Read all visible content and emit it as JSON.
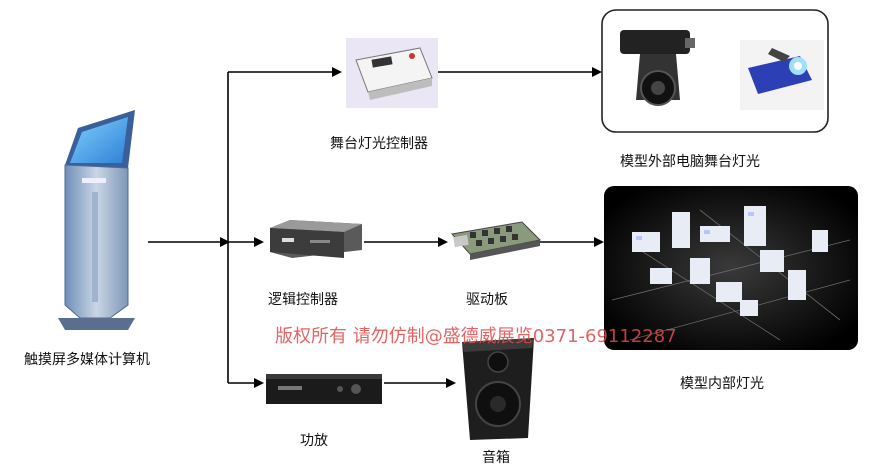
{
  "nodes": {
    "kiosk": "触摸屏多媒体计算机",
    "stage_controller": "舞台灯光控制器",
    "external_lights": "模型外部电脑舞台灯光",
    "logic_controller": "逻辑控制器",
    "driver_board": "驱动板",
    "internal_lights": "模型内部灯光",
    "amplifier": "功放",
    "speaker": "音箱"
  },
  "watermark": "版权所有 请勿仿制@盛德威展览0371-69112287"
}
